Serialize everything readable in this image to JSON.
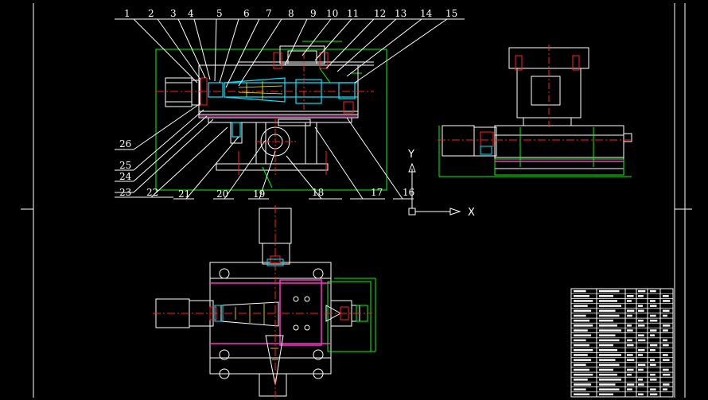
{
  "drawing": {
    "colors": {
      "background": "#000000",
      "outline": "#ffffff",
      "dimension": "#00ff00",
      "centerline": "#ff2020",
      "section": "#00e5ff",
      "highlight": "#ff33cc",
      "hatch": "#ffff00"
    },
    "part_labels_top": [
      "1",
      "2",
      "3",
      "4",
      "5",
      "6",
      "7",
      "8",
      "9",
      "10",
      "11",
      "12",
      "13",
      "14",
      "15"
    ],
    "part_labels_left": [
      "26",
      "25",
      "24",
      "23",
      "22"
    ],
    "part_labels_bottom": [
      "21",
      "20",
      "19",
      "18",
      "17",
      "16"
    ],
    "ucs_axes": {
      "x_label": "X",
      "y_label": "Y"
    }
  }
}
